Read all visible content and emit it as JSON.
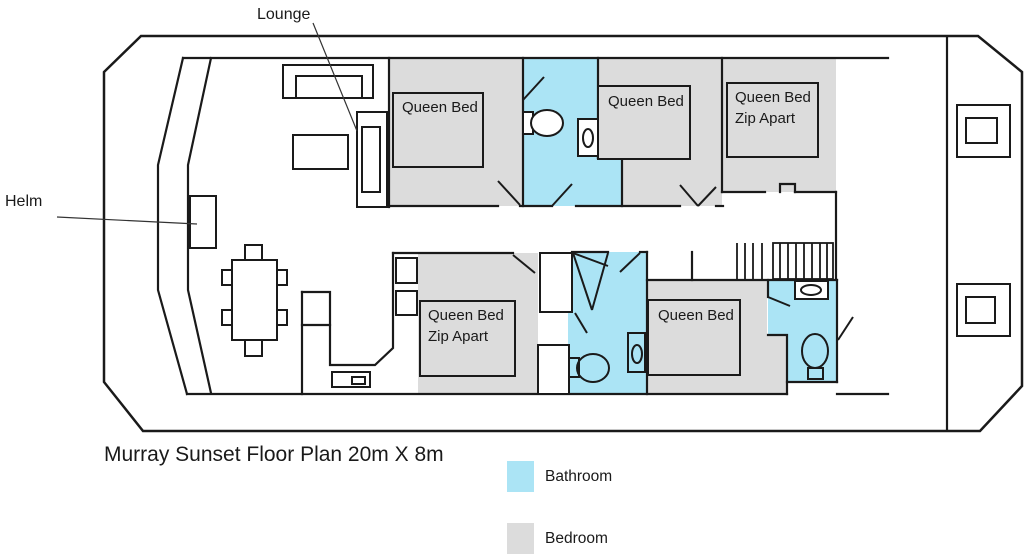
{
  "title": "Murray Sunset Floor Plan 20m X 8m",
  "callouts": {
    "lounge": "Lounge",
    "helm": "Helm"
  },
  "beds": [
    {
      "label": "Queen Bed"
    },
    {
      "label": "Queen Bed"
    },
    {
      "label": "Queen Bed Zip Apart"
    },
    {
      "label": "Queen Bed Zip Apart"
    },
    {
      "label": "Queen Bed"
    }
  ],
  "legend": [
    {
      "label": "Bathroom",
      "color": "#ABE4F5"
    },
    {
      "label": "Bedroom",
      "color": "#DCDCDC"
    }
  ],
  "colors": {
    "bathroom": "#ABE4F5",
    "bedroom": "#DCDCDC",
    "wall": "#1A1A1A"
  }
}
